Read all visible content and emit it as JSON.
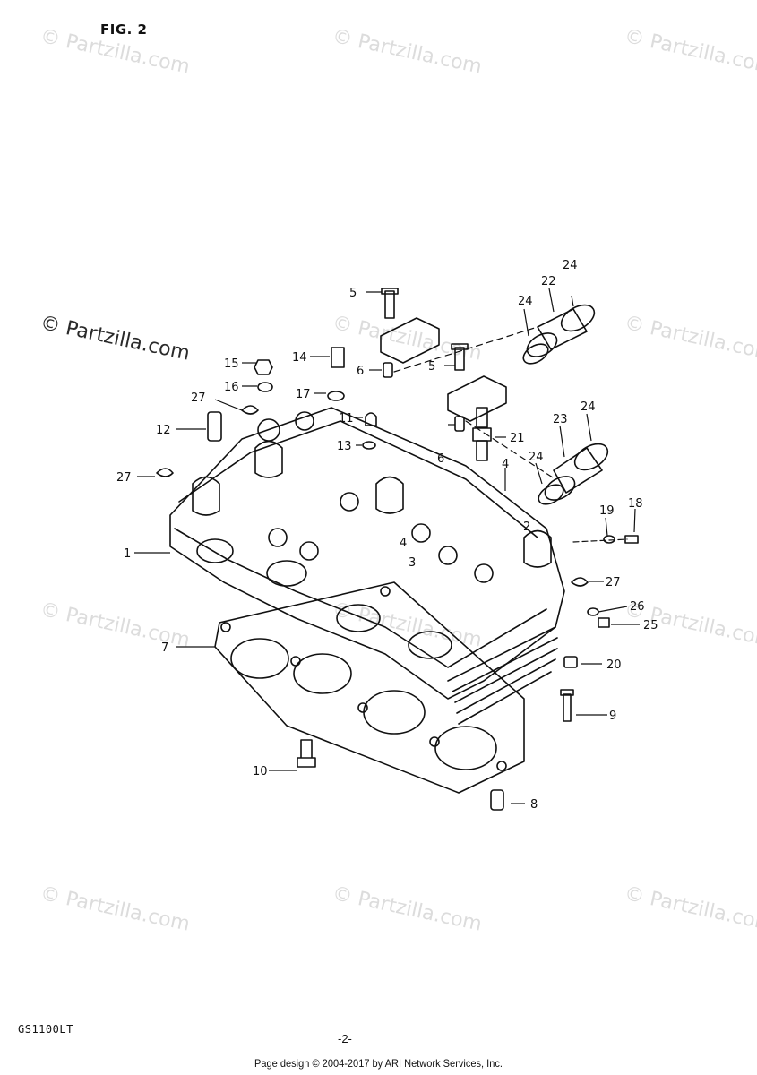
{
  "figure": {
    "title": "FIG. 2"
  },
  "watermarks": [
    "© Partzilla.com",
    "© Partzilla.com",
    "© Partzilla.com",
    "© Partzilla.com",
    "© Partzilla.com",
    "© Partzilla.com",
    "© Partzilla.com",
    "© Partzilla.com",
    "© Partzilla.com",
    "© Partzilla.com",
    "© Partzilla.com",
    "© Partzilla.com"
  ],
  "callouts": [
    "1",
    "2",
    "3",
    "4",
    "4",
    "5",
    "5",
    "6",
    "6",
    "7",
    "8",
    "9",
    "10",
    "11",
    "12",
    "13",
    "14",
    "15",
    "16",
    "17",
    "18",
    "19",
    "20",
    "21",
    "22",
    "23",
    "24",
    "24",
    "24",
    "24",
    "25",
    "26",
    "27",
    "27",
    "27"
  ],
  "footer": {
    "model_code": "GS1100LT",
    "page_number": "-2-",
    "copyright": "Page design © 2004-2017 by ARI Network Services, Inc."
  }
}
